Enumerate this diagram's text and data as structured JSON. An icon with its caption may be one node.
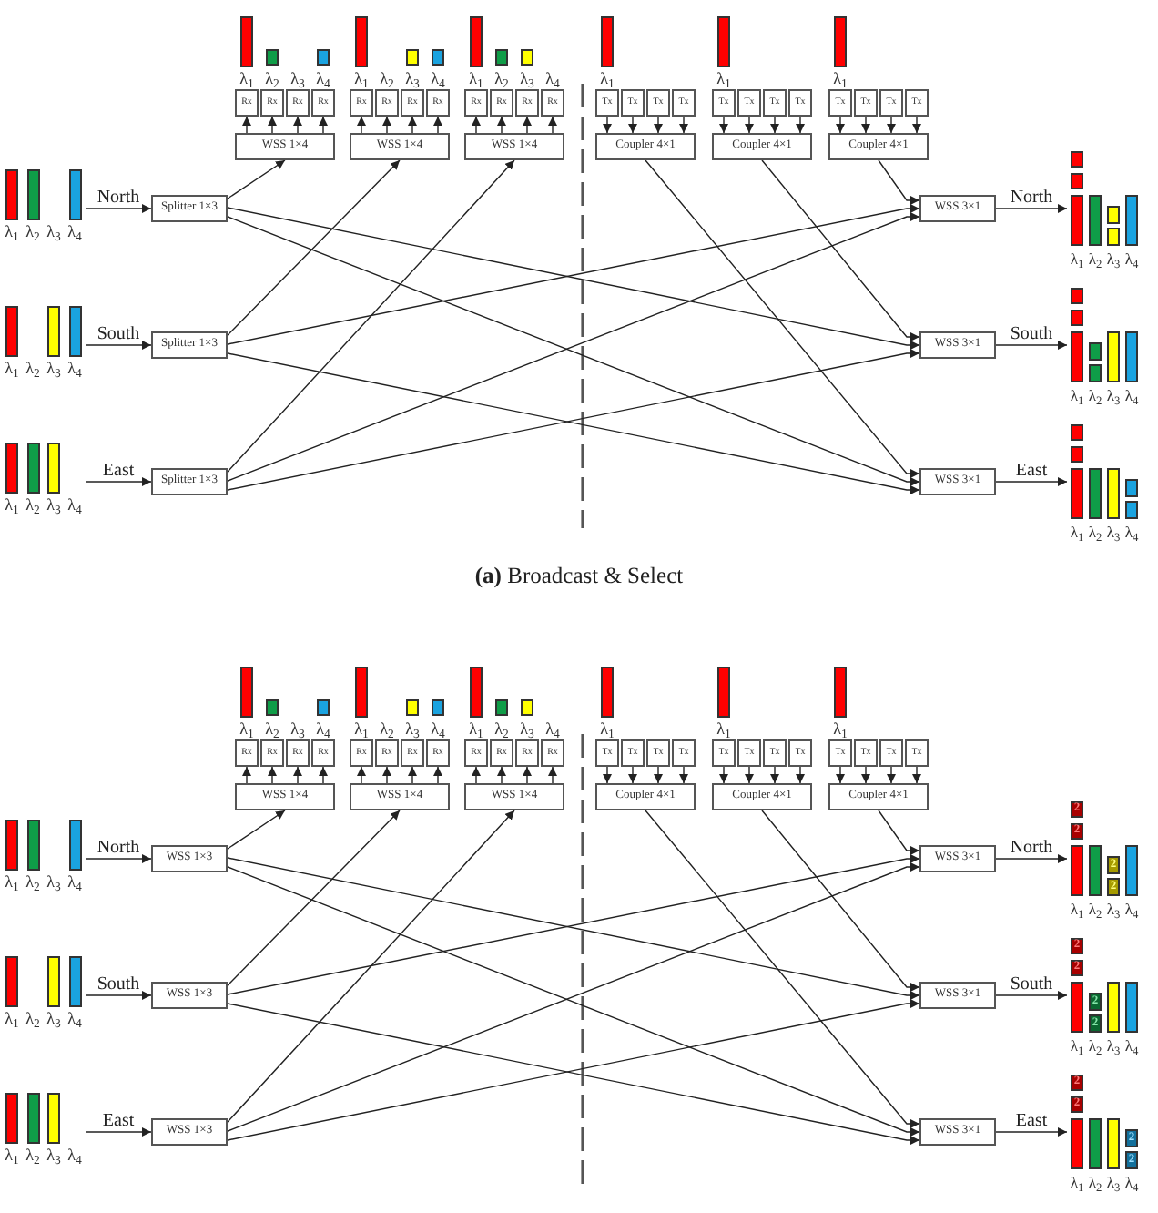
{
  "diagram": {
    "labels": [
      "**(a)** Broadcast & Select"
    ],
    "nodes": [
      {
        "text": [
          "Rx"
        ],
        "beside": [
          "λ$_{1}$"
        ]
      },
      {
        "text": [
          "Rx"
        ],
        "beside": [
          "λ$_{2}$"
        ]
      },
      {
        "text": [
          "Rx"
        ],
        "beside": [
          "λ$_{3}$"
        ]
      },
      {
        "text": [
          "Rx"
        ],
        "beside": [
          "λ$_{4}$"
        ]
      },
      {
        "text": [
          "Rx"
        ],
        "beside": [
          "λ$_{1}$"
        ]
      },
      {
        "text": [
          "Rx"
        ],
        "beside": [
          "λ$_{2}$"
        ]
      },
      {
        "text": [
          "Rx"
        ],
        "beside": [
          "λ$_{3}$"
        ]
      },
      {
        "text": [
          "Rx"
        ],
        "beside": [
          "λ$_{4}$"
        ]
      },
      {
        "text": [
          "Rx"
        ],
        "beside": [
          "λ$_{1}$"
        ]
      },
      {
        "text": [
          "Rx"
        ],
        "beside": [
          "λ$_{2}$"
        ]
      },
      {
        "text": [
          "Rx"
        ],
        "beside": [
          "λ$_{3}$"
        ]
      },
      {
        "text": [
          "Rx"
        ],
        "beside": [
          "λ$_{4}$"
        ]
      },
      {
        "text": [
          "Tx"
        ],
        "beside": [
          "λ$_{1}$"
        ]
      },
      {
        "text": [
          "Tx"
        ]
      },
      {
        "text": [
          "Tx"
        ]
      },
      {
        "text": [
          "Tx"
        ]
      },
      {
        "text": [
          "Tx"
        ],
        "beside": [
          "λ$_{1}$"
        ]
      },
      {
        "text": [
          "Tx"
        ]
      },
      {
        "text": [
          "Tx"
        ]
      },
      {
        "text": [
          "Tx"
        ]
      },
      {
        "text": [
          "Tx"
        ],
        "beside": [
          "λ$_{1}$"
        ]
      },
      {
        "text": [
          "Tx"
        ]
      },
      {
        "text": [
          "Tx"
        ]
      },
      {
        "text": [
          "Tx"
        ]
      },
      {
        "text": [
          "WSS 1×4"
        ]
      },
      {
        "text": [
          "WSS 1×4"
        ]
      },
      {
        "text": [
          "WSS 1×4"
        ]
      },
      {
        "text": [
          "Coupler 4×1"
        ]
      },
      {
        "text": [
          "Coupler 4×1"
        ]
      },
      {
        "text": [
          "Coupler 4×1"
        ]
      },
      {
        "text": [
          "λ$_{1}$",
          "λ$_{2}$",
          "λ$_{3}$",
          "λ$_{4}$"
        ]
      },
      {
        "text": [
          "Splitter 1×3"
        ]
      },
      {
        "text": [
          "WSS 3×1"
        ]
      },
      {
        "text": [
          "λ$_{1}$",
          "λ$_{2}$",
          "λ$_{3}$",
          "λ$_{4}$"
        ]
      },
      {
        "text": [
          "λ$_{1}$",
          "λ$_{2}$",
          "λ$_{3}$",
          "λ$_{4}$"
        ]
      },
      {
        "text": [
          "Splitter 1×3"
        ]
      },
      {
        "text": [
          "WSS 3×1"
        ]
      },
      {
        "text": [
          "λ$_{1}$",
          "λ$_{2}$",
          "λ$_{3}$",
          "λ$_{4}$"
        ]
      },
      {
        "text": [
          "λ$_{1}$",
          "λ$_{2}$",
          "λ$_{3}$",
          "λ$_{4}$"
        ]
      },
      {
        "text": [
          "Splitter 1×3"
        ]
      },
      {
        "text": [
          "WSS 3×1"
        ]
      },
      {
        "text": [
          "λ$_{1}$",
          "λ$_{2}$",
          "λ$_{3}$",
          "λ$_{4}$"
        ]
      },
      {
        "text": [
          "Rx"
        ],
        "beside": [
          "λ$_{1}$"
        ]
      },
      {
        "text": [
          "Rx"
        ],
        "beside": [
          "λ$_{2}$"
        ]
      },
      {
        "text": [
          "Rx"
        ],
        "beside": [
          "λ$_{3}$"
        ]
      },
      {
        "text": [
          "Rx"
        ],
        "beside": [
          "λ$_{4}$"
        ]
      },
      {
        "text": [
          "Rx"
        ],
        "beside": [
          "λ$_{1}$"
        ]
      },
      {
        "text": [
          "Rx"
        ],
        "beside": [
          "λ$_{2}$"
        ]
      },
      {
        "text": [
          "Rx"
        ],
        "beside": [
          "λ$_{3}$"
        ]
      },
      {
        "text": [
          "Rx"
        ],
        "beside": [
          "λ$_{4}$"
        ]
      },
      {
        "text": [
          "Rx"
        ],
        "beside": [
          "λ$_{1}$"
        ]
      },
      {
        "text": [
          "Rx"
        ],
        "beside": [
          "λ$_{2}$"
        ]
      },
      {
        "text": [
          "Rx"
        ],
        "beside": [
          "λ$_{3}$"
        ]
      },
      {
        "text": [
          "Rx"
        ],
        "beside": [
          "λ$_{4}$"
        ]
      },
      {
        "text": [
          "Tx"
        ],
        "beside": [
          "λ$_{1}$"
        ]
      },
      {
        "text": [
          "Tx"
        ]
      },
      {
        "text": [
          "Tx"
        ]
      },
      {
        "text": [
          "Tx"
        ]
      },
      {
        "text": [
          "Tx"
        ],
        "beside": [
          "λ$_{1}$"
        ]
      },
      {
        "text": [
          "Tx"
        ]
      },
      {
        "text": [
          "Tx"
        ]
      },
      {
        "text": [
          "Tx"
        ]
      },
      {
        "text": [
          "Tx"
        ],
        "beside": [
          "λ$_{1}$"
        ]
      },
      {
        "text": [
          "Tx"
        ]
      },
      {
        "text": [
          "Tx"
        ]
      },
      {
        "text": [
          "Tx"
        ]
      },
      {
        "text": [
          "WSS 1×4"
        ]
      },
      {
        "text": [
          "WSS 1×4"
        ]
      },
      {
        "text": [
          "WSS 1×4"
        ]
      },
      {
        "text": [
          "Coupler 4×1"
        ]
      },
      {
        "text": [
          "Coupler 4×1"
        ]
      },
      {
        "text": [
          "Coupler 4×1"
        ]
      },
      {
        "text": [
          "λ$_{1}$",
          "λ$_{2}$",
          "λ$_{3}$",
          "λ$_{4}$"
        ]
      },
      {
        "text": [
          "WSS 1×3"
        ]
      },
      {
        "text": [
          "WSS 3×1"
        ]
      },
      {
        "text": [
          "2",
          "2",
          "2",
          "2",
          "λ$_{1}$",
          "λ$_{2}$",
          "λ$_{3}$",
          "λ$_{4}$"
        ]
      },
      {
        "text": [
          "λ$_{1}$",
          "λ$_{2}$",
          "λ$_{3}$",
          "λ$_{4}$"
        ]
      },
      {
        "text": [
          "WSS 1×3"
        ]
      },
      {
        "text": [
          "WSS 3×1"
        ]
      },
      {
        "text": [
          "2",
          "2",
          "2",
          "2",
          "λ$_{1}$",
          "λ$_{2}$",
          "λ$_{3}$",
          "λ$_{4}$"
        ]
      },
      {
        "text": [
          "λ$_{1}$",
          "λ$_{2}$",
          "λ$_{3}$",
          "λ$_{4}$"
        ]
      },
      {
        "text": [
          "WSS 1×3"
        ]
      },
      {
        "text": [
          "WSS 3×1"
        ]
      },
      {
        "text": [
          "2",
          "2",
          "2",
          "2",
          "λ$_{1}$",
          "λ$_{2}$",
          "λ$_{3}$",
          "λ$_{4}$"
        ]
      }
    ],
    "edges": [
      {
        "from": 30,
        "to": 31,
        "arrow": "to",
        "label": "North"
      },
      {
        "from": 34,
        "to": 35,
        "arrow": "to",
        "label": "South"
      },
      {
        "from": 38,
        "to": 39,
        "arrow": "to",
        "label": "East"
      },
      {
        "from": 31,
        "to": 24,
        "arrow": "to"
      },
      {
        "from": 31,
        "to": 36,
        "arrow": "to"
      },
      {
        "from": 31,
        "to": 40,
        "arrow": "to"
      },
      {
        "from": 35,
        "to": 25,
        "arrow": "to"
      },
      {
        "from": 35,
        "to": 32,
        "arrow": "to"
      },
      {
        "from": 35,
        "to": 40,
        "arrow": "to"
      },
      {
        "from": 39,
        "to": 26,
        "arrow": "to"
      },
      {
        "from": 39,
        "to": 32,
        "arrow": "to"
      },
      {
        "from": 39,
        "to": 36,
        "arrow": "to"
      },
      {
        "from": 24,
        "to": 0,
        "arrow": "to"
      },
      {
        "from": 24,
        "to": 1,
        "arrow": "to"
      },
      {
        "from": 24,
        "to": 2,
        "arrow": "to"
      },
      {
        "from": 24,
        "to": 3,
        "arrow": "to"
      },
      {
        "from": 25,
        "to": 4,
        "arrow": "to"
      },
      {
        "from": 25,
        "to": 5,
        "arrow": "to"
      },
      {
        "from": 25,
        "to": 6,
        "arrow": "to"
      },
      {
        "from": 25,
        "to": 7,
        "arrow": "to"
      },
      {
        "from": 26,
        "to": 8,
        "arrow": "to"
      },
      {
        "from": 26,
        "to": 9,
        "arrow": "to"
      },
      {
        "from": 26,
        "to": 10,
        "arrow": "to"
      },
      {
        "from": 26,
        "to": 11,
        "arrow": "to"
      },
      {
        "from": 12,
        "to": 27,
        "arrow": "to"
      },
      {
        "from": 13,
        "to": 27,
        "arrow": "to"
      },
      {
        "from": 14,
        "to": 27,
        "arrow": "to"
      },
      {
        "from": 15,
        "to": 27,
        "arrow": "to"
      },
      {
        "from": 16,
        "to": 28,
        "arrow": "to"
      },
      {
        "from": 17,
        "to": 28,
        "arrow": "to"
      },
      {
        "from": 18,
        "to": 28,
        "arrow": "to"
      },
      {
        "from": 19,
        "to": 28,
        "arrow": "to"
      },
      {
        "from": 20,
        "to": 29,
        "arrow": "to"
      },
      {
        "from": 21,
        "to": 29,
        "arrow": "to"
      },
      {
        "from": 22,
        "to": 29,
        "arrow": "to"
      },
      {
        "from": 23,
        "to": 29,
        "arrow": "to"
      },
      {
        "from": 27,
        "to": 40,
        "arrow": "to"
      },
      {
        "from": 28,
        "to": 36,
        "arrow": "to"
      },
      {
        "from": 29,
        "to": 32,
        "arrow": "to"
      },
      {
        "from": 32,
        "to": 33,
        "arrow": "to",
        "label": "North"
      },
      {
        "from": 36,
        "to": 37,
        "arrow": "to",
        "label": "South"
      },
      {
        "from": 40,
        "to": 41,
        "arrow": "to",
        "label": "East"
      },
      {
        "from": 72,
        "to": 73,
        "arrow": "to",
        "label": "North"
      },
      {
        "from": 76,
        "to": 77,
        "arrow": "to",
        "label": "South"
      },
      {
        "from": 80,
        "to": 81,
        "arrow": "to",
        "label": "East"
      },
      {
        "from": 73,
        "to": 66,
        "arrow": "to"
      },
      {
        "from": 73,
        "to": 78,
        "arrow": "to"
      },
      {
        "from": 73,
        "to": 82,
        "arrow": "to"
      },
      {
        "from": 77,
        "to": 67,
        "arrow": "to"
      },
      {
        "from": 77,
        "to": 74,
        "arrow": "to"
      },
      {
        "from": 77,
        "to": 82,
        "arrow": "to"
      },
      {
        "from": 81,
        "to": 68,
        "arrow": "to"
      },
      {
        "from": 81,
        "to": 74,
        "arrow": "to"
      },
      {
        "from": 81,
        "to": 78,
        "arrow": "to"
      },
      {
        "from": 66,
        "to": 42,
        "arrow": "to"
      },
      {
        "from": 66,
        "to": 43,
        "arrow": "to"
      },
      {
        "from": 66,
        "to": 44,
        "arrow": "to"
      },
      {
        "from": 66,
        "to": 45,
        "arrow": "to"
      },
      {
        "from": 67,
        "to": 46,
        "arrow": "to"
      },
      {
        "from": 67,
        "to": 47,
        "arrow": "to"
      },
      {
        "from": 67,
        "to": 48,
        "arrow": "to"
      },
      {
        "from": 67,
        "to": 49,
        "arrow": "to"
      },
      {
        "from": 68,
        "to": 50,
        "arrow": "to"
      },
      {
        "from": 68,
        "to": 51,
        "arrow": "to"
      },
      {
        "from": 68,
        "to": 52,
        "arrow": "to"
      },
      {
        "from": 68,
        "to": 53,
        "arrow": "to"
      },
      {
        "from": 54,
        "to": 69,
        "arrow": "to"
      },
      {
        "from": 55,
        "to": 69,
        "arrow": "to"
      },
      {
        "from": 56,
        "to": 69,
        "arrow": "to"
      },
      {
        "from": 57,
        "to": 69,
        "arrow": "to"
      },
      {
        "from": 58,
        "to": 70,
        "arrow": "to"
      },
      {
        "from": 59,
        "to": 70,
        "arrow": "to"
      },
      {
        "from": 60,
        "to": 70,
        "arrow": "to"
      },
      {
        "from": 61,
        "to": 70,
        "arrow": "to"
      },
      {
        "from": 62,
        "to": 71,
        "arrow": "to"
      },
      {
        "from": 63,
        "to": 71,
        "arrow": "to"
      },
      {
        "from": 64,
        "to": 71,
        "arrow": "to"
      },
      {
        "from": 65,
        "to": 71,
        "arrow": "to"
      },
      {
        "from": 69,
        "to": 82,
        "arrow": "to"
      },
      {
        "from": 70,
        "to": 78,
        "arrow": "to"
      },
      {
        "from": 71,
        "to": 74,
        "arrow": "to"
      },
      {
        "from": 74,
        "to": 75,
        "arrow": "to",
        "label": "North"
      },
      {
        "from": 78,
        "to": 79,
        "arrow": "to",
        "label": "South"
      },
      {
        "from": 82,
        "to": 83,
        "arrow": "to",
        "label": "East"
      }
    ]
  }
}
